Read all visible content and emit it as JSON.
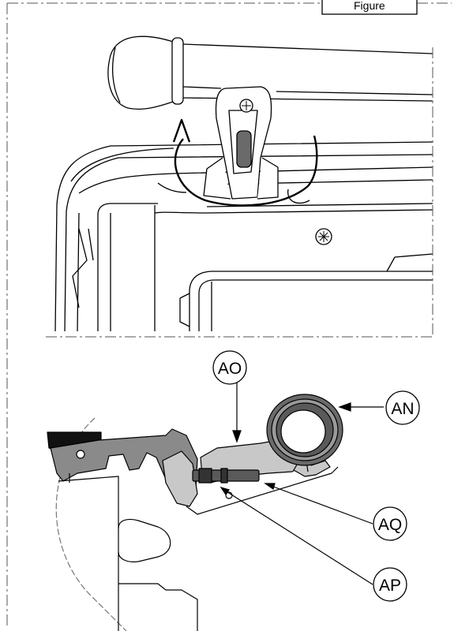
{
  "figure_label": "Figure",
  "callouts": {
    "an": "AN",
    "ao": "AO",
    "ap": "AP",
    "aq": "AQ"
  },
  "colors": {
    "line": "#000000",
    "light_gray": "#c8c8c8",
    "mid_gray": "#8a8a8a",
    "dark_gray": "#4a4a4a",
    "black_fill": "#111111"
  }
}
